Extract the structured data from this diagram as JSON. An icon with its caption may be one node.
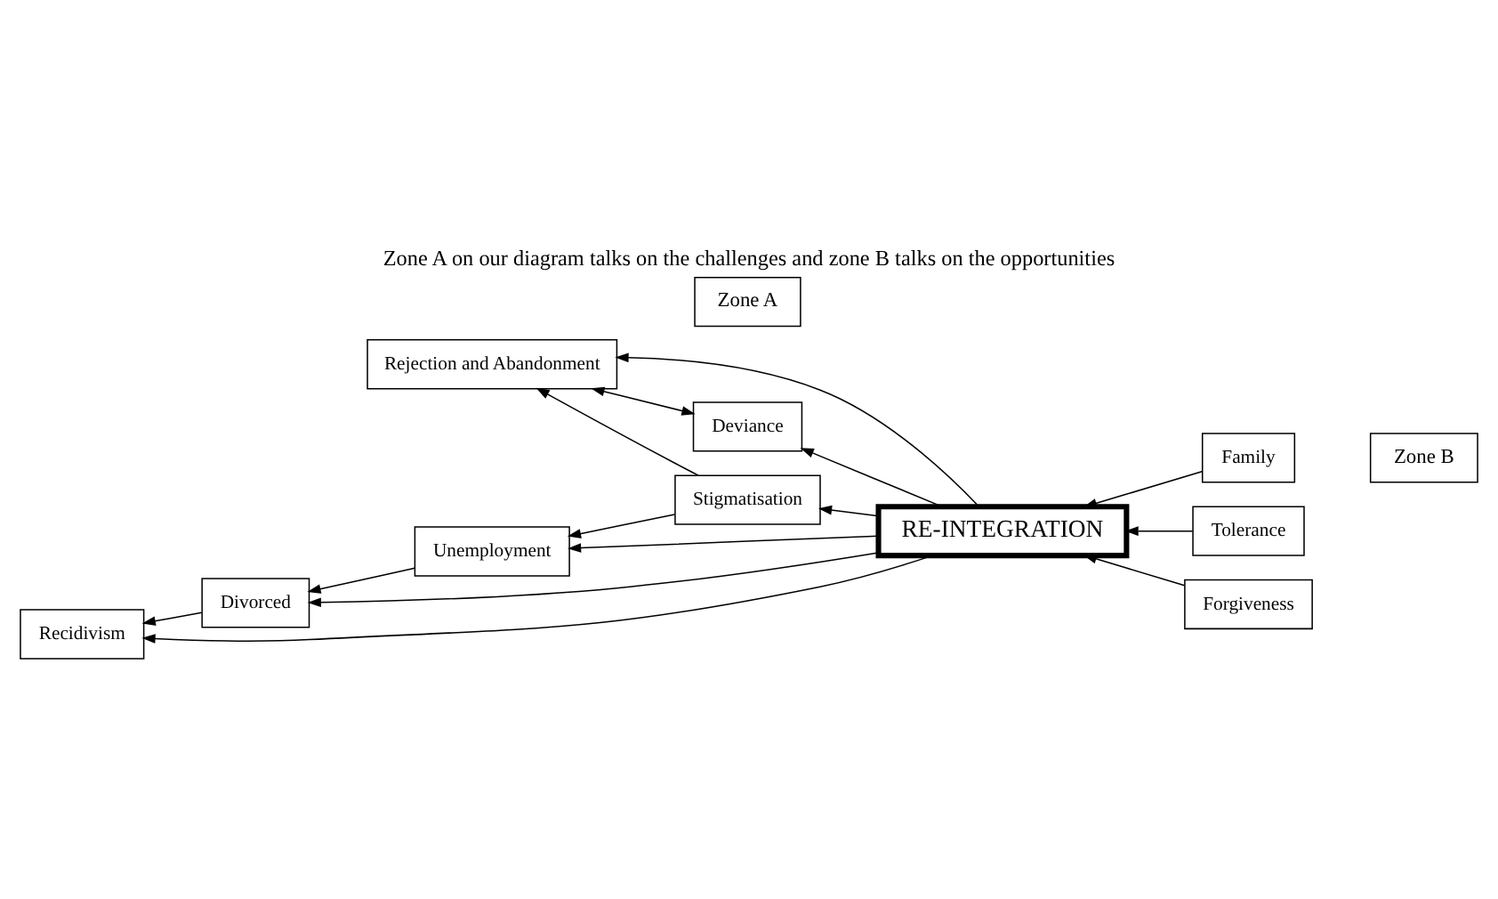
{
  "diagram": {
    "title": "Zone A on our diagram talks on the challenges and zone B talks on the opportunities",
    "nodes": [
      {
        "text": [
          "Zone A"
        ]
      },
      {
        "text": [
          "Zone B"
        ]
      },
      {
        "text": [
          "Rejection and Abandonment"
        ]
      },
      {
        "text": [
          "Deviance"
        ]
      },
      {
        "text": [
          "Family"
        ]
      },
      {
        "text": [
          "Stigmatisation"
        ]
      },
      {
        "text": [
          "RE-INTEGRATION"
        ]
      },
      {
        "text": [
          "Tolerance"
        ]
      },
      {
        "text": [
          "Unemployment"
        ]
      },
      {
        "text": [
          "Forgiveness"
        ]
      },
      {
        "text": [
          "Divorced"
        ]
      },
      {
        "text": [
          "Recidivism"
        ]
      }
    ],
    "edges": [
      {
        "from": 2,
        "to": 3,
        "arrow": "both"
      },
      {
        "from": 6,
        "to": 2,
        "arrow": "to"
      },
      {
        "from": 6,
        "to": 3,
        "arrow": "to"
      },
      {
        "from": 5,
        "to": 2,
        "arrow": "to"
      },
      {
        "from": 6,
        "to": 5,
        "arrow": "to"
      },
      {
        "from": 5,
        "to": 8,
        "arrow": "to"
      },
      {
        "from": 6,
        "to": 8,
        "arrow": "to"
      },
      {
        "from": 8,
        "to": 10,
        "arrow": "to"
      },
      {
        "from": 6,
        "to": 10,
        "arrow": "to"
      },
      {
        "from": 10,
        "to": 11,
        "arrow": "to"
      },
      {
        "from": 6,
        "to": 11,
        "arrow": "to"
      },
      {
        "from": 4,
        "to": 6,
        "arrow": "to"
      },
      {
        "from": 7,
        "to": 6,
        "arrow": "to"
      },
      {
        "from": 9,
        "to": 6,
        "arrow": "to"
      }
    ]
  }
}
